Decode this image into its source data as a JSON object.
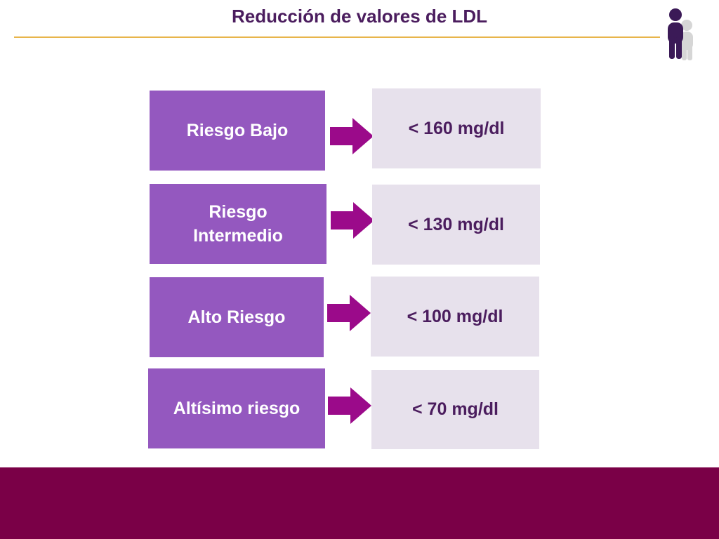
{
  "slide": {
    "title": "Reducción de valores de LDL"
  },
  "rows": [
    {
      "risk": "Riesgo Bajo",
      "target": "< 160 mg/dl"
    },
    {
      "risk": "Riesgo Intermedio",
      "target": "< 130 mg/dl"
    },
    {
      "risk": "Alto Riesgo",
      "target": "< 100 mg/dl"
    },
    {
      "risk": "Altísimo riesgo",
      "target": "< 70 mg/dl"
    }
  ],
  "colors": {
    "title": "#4b1d5e",
    "rule": "#e8b54a",
    "risk_box": "#9458bf",
    "target_box": "#e7e1ec",
    "arrow": "#9b0a8a",
    "footer": "#7a0047"
  },
  "icons": {
    "logo": "people-icon",
    "arrow": "right-arrow-icon"
  }
}
